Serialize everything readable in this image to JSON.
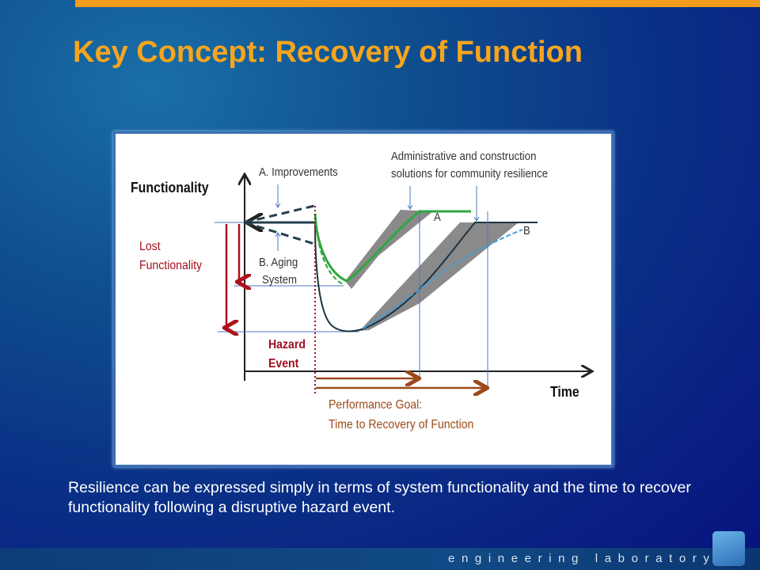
{
  "slide": {
    "title": "Key Concept: Recovery of Function",
    "body": "Resilience can be expressed simply in terms of system functionality and the time to recover functionality following a disruptive hazard event.",
    "footer": "engineering laboratory",
    "accent": "#f7a51d"
  },
  "diagram": {
    "y_axis": "Functionality",
    "x_axis": "Time",
    "improvements": "A. Improvements",
    "aging_1": "B. Aging",
    "aging_2": "System",
    "lost_1": "Lost",
    "lost_2": "Functionality",
    "hazard_1": "Hazard",
    "hazard_2": "Event",
    "admin_1": "Administrative and construction",
    "admin_2": "solutions for community resilience",
    "label_a": "A",
    "label_b": "B",
    "goal_1": "Performance Goal:",
    "goal_2": "Time to Recovery of Function"
  }
}
